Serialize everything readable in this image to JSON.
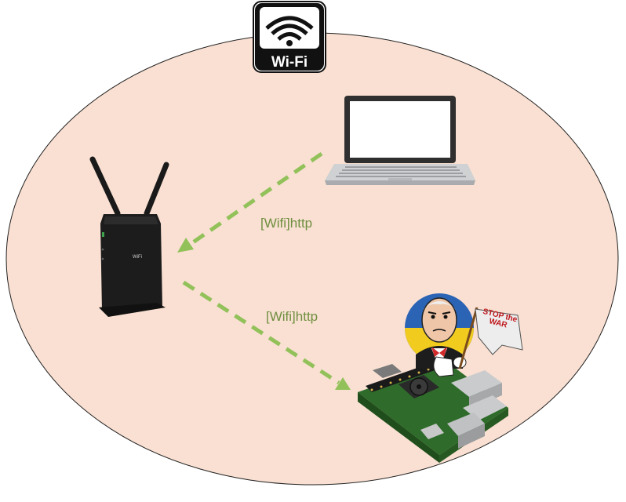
{
  "badge": {
    "caption": "Wi-Fi",
    "icon": "wifi-icon"
  },
  "colors": {
    "area_fill": "#f9e0d2",
    "arrow": "#92c15a",
    "label": "#6f8f3f"
  },
  "devices": {
    "laptop": {
      "icon": "laptop-icon"
    },
    "router": {
      "icon": "router-icon",
      "text": "WiFi"
    },
    "raspberry_pi": {
      "icon": "raspberry-pi-icon"
    },
    "jenkins": {
      "icon": "jenkins-mascot-icon",
      "sign": "STOP the WAR"
    }
  },
  "connections": [
    {
      "from": "laptop",
      "to": "router",
      "label": "[Wifi]http"
    },
    {
      "from": "router",
      "to": "raspberry_pi",
      "label": "[Wifi]http"
    }
  ]
}
